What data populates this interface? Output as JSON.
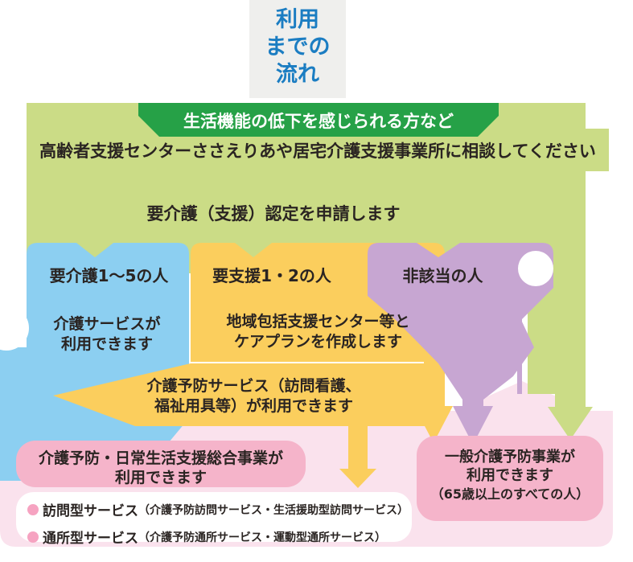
{
  "colors": {
    "background": "#ffffff",
    "title_text_blue": "#1b7dc2",
    "title_box_gray": "#efefed",
    "green_area": "#cbdc86",
    "green_badge": "#26a147",
    "blue_box": "#8ccff1",
    "yellow_box": "#fbce5d",
    "purple_box": "#c7a6d2",
    "pink_background": "#fae2ed",
    "pink_box": "#f5b4ca",
    "bullet_pink": "#f6a3c1",
    "text_black": "#2a2422"
  },
  "title_box": {
    "line1": "利用",
    "line2": "までの",
    "line3": "流れ"
  },
  "green_area": {
    "badge_label": "生活機能の低下を感じられる方など",
    "consult_text": "高齢者支援センターささえりあや居宅介護支援事業所に相談してください",
    "apply_text": "要介護（支援）認定を申請します"
  },
  "branches": {
    "kaigo": {
      "label": "要介護1〜5の人",
      "result_line1": "介護サービスが",
      "result_line2": "利用できます"
    },
    "shien": {
      "label": "要支援1・2の人",
      "plan_line1": "地域包括支援センター等と",
      "plan_line2": "ケアプランを作成します",
      "prevention_line1": "介護予防サービス（訪問看護、",
      "prevention_line2": "福祉用具等）が利用できます"
    },
    "higaito": {
      "label": "非該当の人"
    }
  },
  "bottom": {
    "sogo_line1": "介護予防・日常生活支援総合事業が",
    "sogo_line2": "利用できます",
    "services": [
      {
        "name": "訪問型サービス",
        "detail": "（介護予防訪問サービス・生活援助型訪問サービス）"
      },
      {
        "name": "通所型サービス",
        "detail": "（介護予防通所サービス・運動型通所サービス）"
      }
    ],
    "ippan_line1": "一般介護予防事業が",
    "ippan_line2": "利用できます",
    "ippan_line3": "（65歳以上のすべての人）"
  }
}
